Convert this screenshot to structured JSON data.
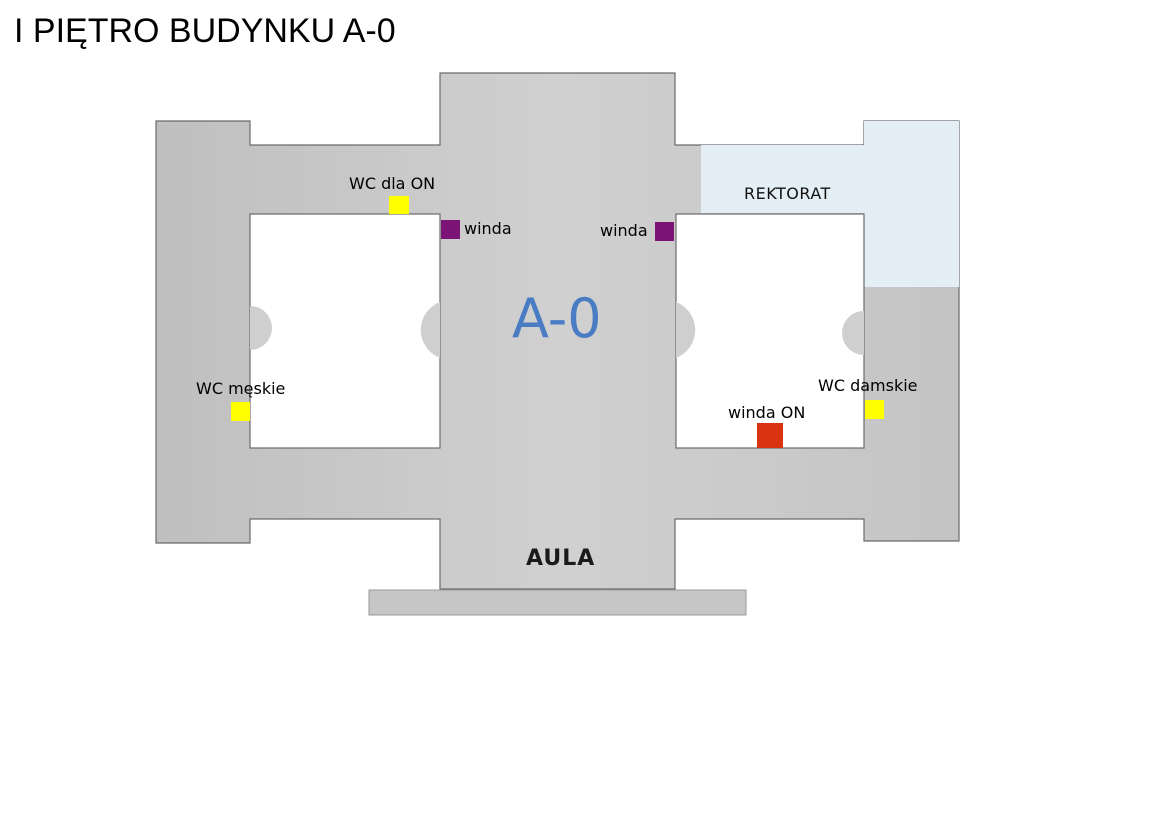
{
  "title": "I PIĘTRO BUDYNKU A-0",
  "building": "A-0",
  "rooms": {
    "rektorat": "REKTORAT",
    "aula": "AULA"
  },
  "markers": [
    {
      "label": "WC dla ON",
      "type": "wc",
      "color": "#ffff00"
    },
    {
      "label": "winda",
      "type": "elevator",
      "color": "#7b1474"
    },
    {
      "label": "winda",
      "type": "elevator",
      "color": "#7b1474"
    },
    {
      "label": "WC męskie",
      "type": "wc",
      "color": "#ffff00"
    },
    {
      "label": "WC damskie",
      "type": "wc",
      "color": "#ffff00"
    },
    {
      "label": "winda ON",
      "type": "accessible-elevator",
      "color": "#d9330f"
    }
  ],
  "colors": {
    "floor": "#c8c8c8",
    "rektorat_area": "#e3eff5",
    "outline": "#6a6a6a",
    "building_label": "#4a7cc4"
  }
}
